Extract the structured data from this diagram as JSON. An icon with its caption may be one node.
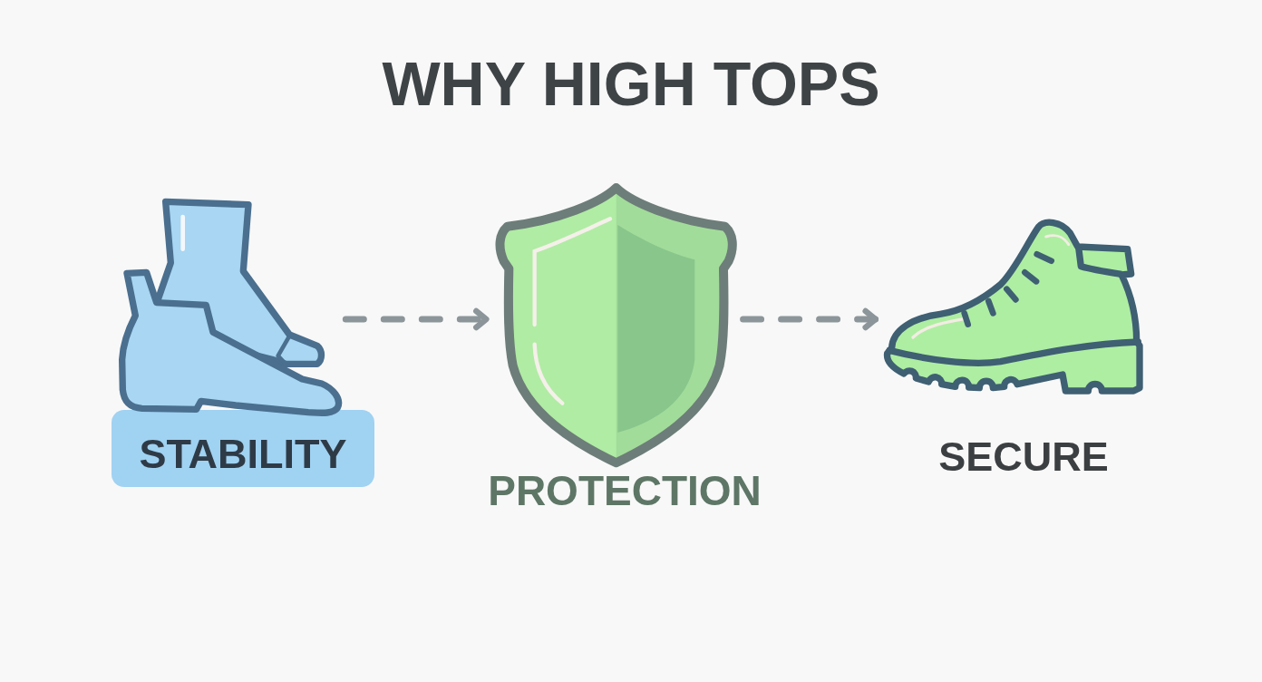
{
  "diagram": {
    "title": "WHY HIGH TOPS",
    "nodes": [
      {
        "text": [],
        "shape": "picture"
      },
      {
        "text": [
          "STABILITY"
        ]
      },
      {
        "text": [],
        "shape": "picture",
        "beside": [
          "PROTECTION"
        ]
      },
      {
        "text": [],
        "shape": "picture",
        "beside": [
          "SECURE"
        ]
      }
    ],
    "edges": [
      {
        "from": 0,
        "to": 2,
        "arrow": "to",
        "style": "dashed"
      },
      {
        "from": 2,
        "to": 3,
        "arrow": "to",
        "style": "dashed"
      }
    ]
  }
}
